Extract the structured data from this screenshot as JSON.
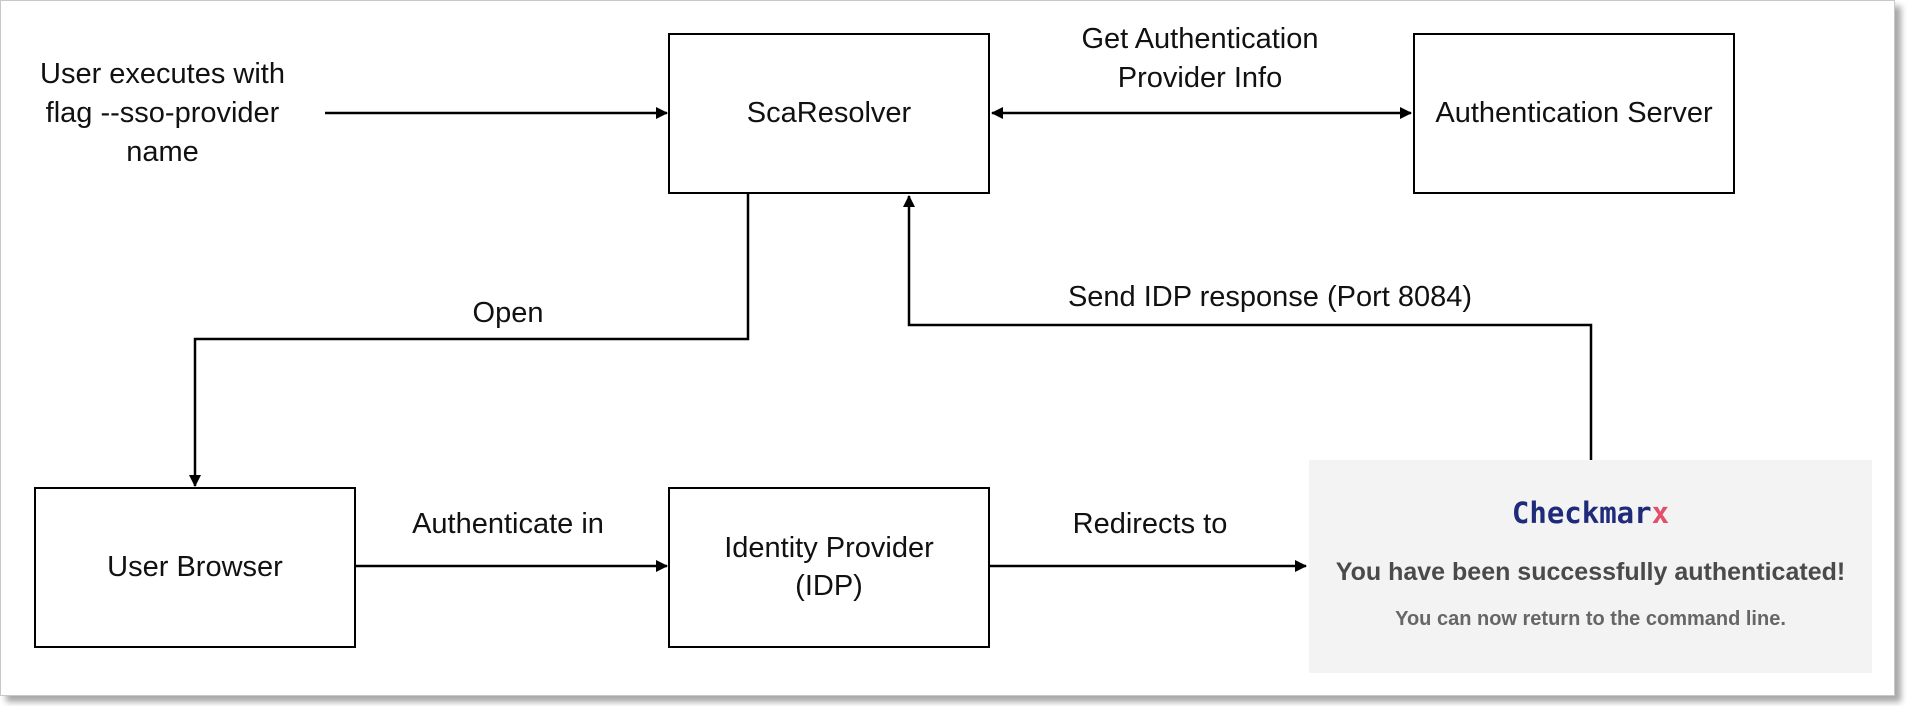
{
  "nodes": {
    "sca_resolver": "ScaResolver",
    "auth_server": "Authentication Server",
    "user_browser": "User Browser",
    "idp_line1": "Identity Provider",
    "idp_line2": "(IDP)"
  },
  "edges": {
    "user_exec_line1": "User executes with",
    "user_exec_line2": "flag --sso-provider",
    "user_exec_line3": "name",
    "get_auth_line1": "Get Authentication",
    "get_auth_line2": "Provider Info",
    "send_idp": "Send IDP response (Port 8084)",
    "open": "Open",
    "authenticate_in": "Authenticate in",
    "redirects_to": "Redirects to"
  },
  "success_panel": {
    "brand": "Checkmar",
    "brand_mark": "x",
    "message": "You have been successfully authenticated!",
    "hint": "You can now return to the command line."
  },
  "colors": {
    "brand": "#1f2a7a",
    "brand_mark": "#e0506a",
    "panel_bg": "#f3f3f4"
  }
}
